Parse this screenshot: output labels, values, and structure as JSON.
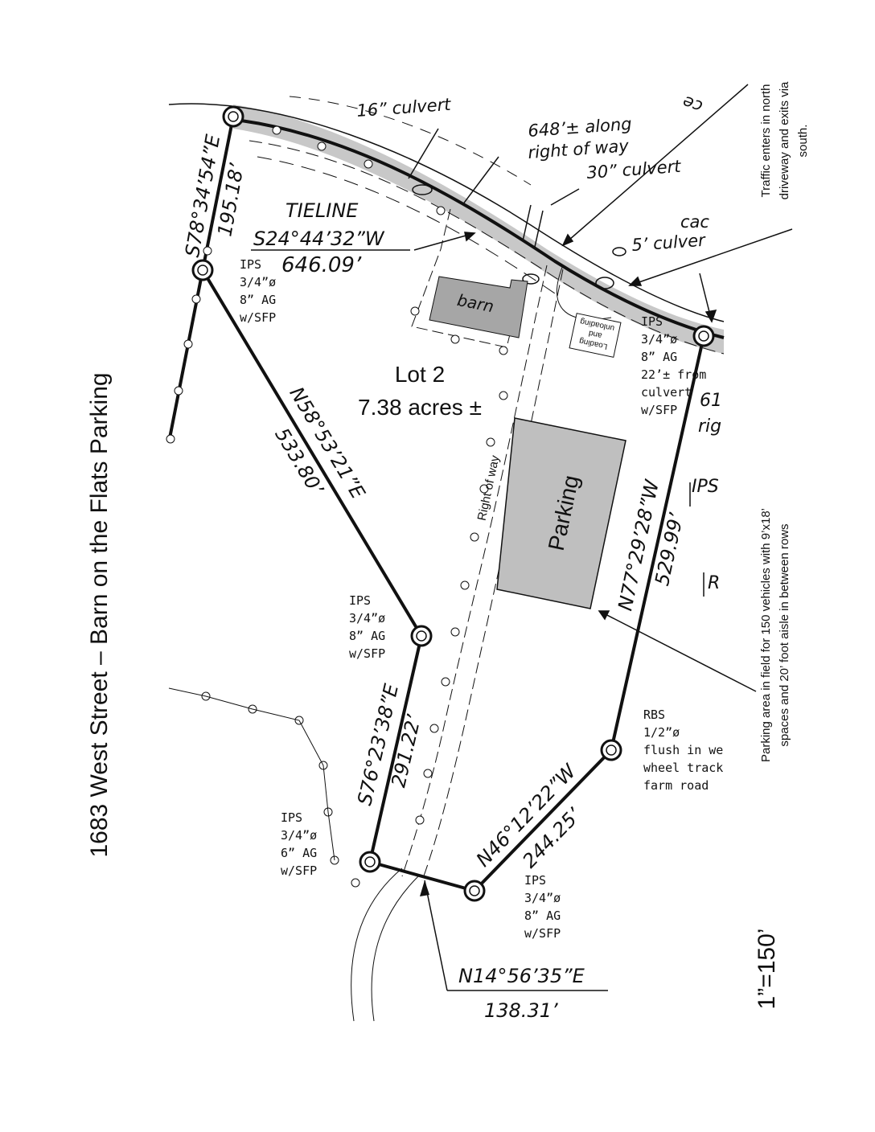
{
  "title": "1683 West Street – Barn on the Flats Parking",
  "scale": "1”=150’",
  "annotations": {
    "traffic": "Traffic enters in north driveway and exits via south.",
    "traffic_lines": [
      "Traffic enters in north",
      "driveway and exits via",
      "south."
    ],
    "parking_area": "Parking area in field for 150 vehicles with 9’x18’ spaces and 20’ foot aisle in between rows",
    "parking_lines": [
      "Parking area in field for 150 vehicles with 9’x18’",
      "spaces and 20’ foot aisle in between rows"
    ]
  },
  "labels": {
    "culvert16": "16” culvert",
    "along_row_1": "648’± along",
    "along_row_2": "right of way",
    "culvert30": "30” culvert",
    "culvert5": "5’ culver",
    "cac": "cac",
    "ce": "ce",
    "tieline": "TIELINE",
    "tieline_bearing": "S24°44’32”W",
    "tieline_dist": "646.09’",
    "barn": "barn",
    "loading": "Loading and unloading",
    "loading_lines": [
      "Loading",
      "and",
      "unloading"
    ],
    "lot": "Lot 2",
    "acres": "7.38 acres ±",
    "right_of_way": "Right of way",
    "parking": "Parking",
    "right_edge_1": "61",
    "right_edge_2": "rig",
    "right_edge_3": "IPS",
    "right_edge_4": "R"
  },
  "bearings": [
    {
      "bearing": "S78°34’54”E",
      "distance": "195.18’"
    },
    {
      "bearing": "N58°53’21”E",
      "distance": "533.80’"
    },
    {
      "bearing": "N77°29’28”W",
      "distance": "529.99’"
    },
    {
      "bearing": "S76°23’38”E",
      "distance": "291.22’"
    },
    {
      "bearing": "N46°12’22”W",
      "distance": "244.25’"
    },
    {
      "bearing": "N14°56’35”E",
      "distance": "138.31’"
    }
  ],
  "monuments": [
    {
      "lines": [
        "IPS",
        "3/4”ø",
        "8” AG",
        "w/SFP"
      ]
    },
    {
      "lines": [
        "IPS",
        "3/4”ø",
        "8” AG",
        "22’± from",
        "culvert",
        "w/SFP"
      ]
    },
    {
      "lines": [
        "IPS",
        "3/4”ø",
        "8” AG",
        "w/SFP"
      ]
    },
    {
      "lines": [
        "RBS",
        "1/2”ø",
        "flush in we",
        "wheel track",
        "farm road"
      ]
    },
    {
      "lines": [
        "IPS",
        "3/4”ø",
        "6” AG",
        "w/SFP"
      ]
    },
    {
      "lines": [
        "IPS",
        "3/4”ø",
        "8” AG",
        "w/SFP"
      ]
    }
  ],
  "colors": {
    "road_fill": "#c8c8c8",
    "barn_fill": "#a6a6a6",
    "parking_fill": "#bfbfbf",
    "line": "#111111"
  }
}
